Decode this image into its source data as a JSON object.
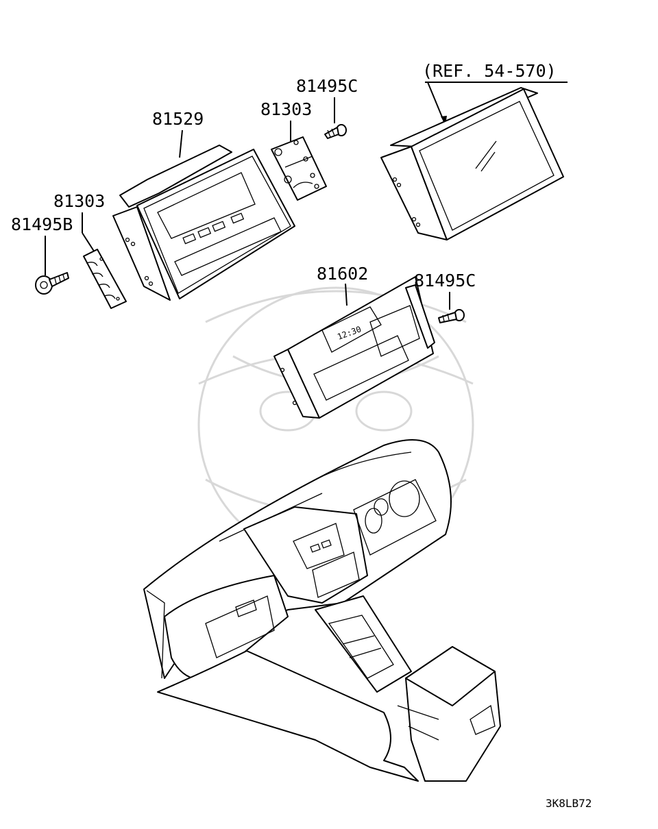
{
  "callouts": {
    "ref": "(REF. 54-570)",
    "c81495c_top": "81495C",
    "c81303_top": "81303",
    "c81529": "81529",
    "c81303_left": "81303",
    "c81495b": "81495B",
    "c81602": "81602",
    "c81495c_right": "81495C"
  },
  "diagram_code": "3K8LB72",
  "clock_display": "12:30",
  "colors": {
    "line": "#000000",
    "watermark": "#d8d8d8",
    "background": "#ffffff"
  }
}
